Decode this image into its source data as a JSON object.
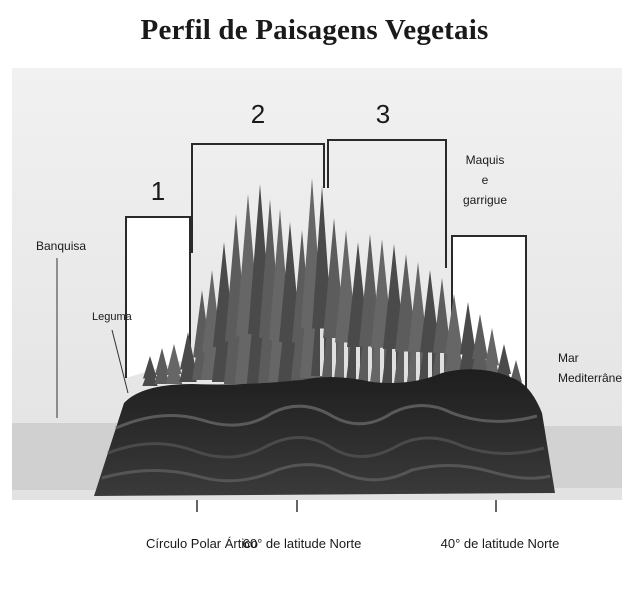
{
  "title": "Perfil de Paisagens Vegetais",
  "zones": {
    "z1": "1",
    "z2": "2",
    "z3": "3",
    "z4": "Maquis e garrigue"
  },
  "labels": {
    "boreal": "Banquisa",
    "tundra": "Leguma",
    "sea": "Mar Mediterrâneo"
  },
  "axis": {
    "polar_circle": "Círculo Polar Ártico",
    "lat60": "60° de latitude Norte",
    "lat40": "40° de latitude Norte"
  },
  "colors": {
    "background": "#ffffff",
    "panel": "#eeeeee",
    "ground": "#2b2b2b",
    "forest": "#555555",
    "ink": "#1a1a1a"
  }
}
